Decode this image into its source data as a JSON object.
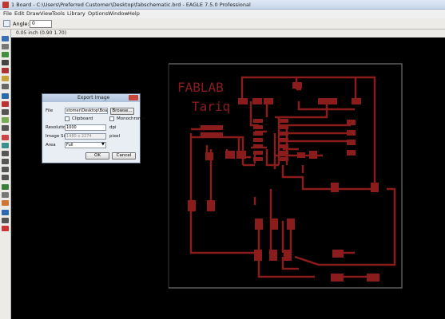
{
  "window": {
    "title": "1 Board - C:\\Users\\Preferred Customer\\Desktop\\fabschematic.brd - EAGLE 7.5.0 Professional"
  },
  "menu": [
    "File",
    "Edit",
    "Draw",
    "View",
    "Tools",
    "Library",
    "Options",
    "Window",
    "Help"
  ],
  "toolbar": {
    "angle_label": "Angle:",
    "angle_value": "0"
  },
  "status": {
    "coordinate": "0.05 inch (0.90 1.70)"
  },
  "board": {
    "title_line1": "FABLAB",
    "title_line2": "Tariq"
  },
  "dialog": {
    "title": "Export Image",
    "file_label": "File",
    "file_value": "stomer\\Desktop\\Board.png",
    "browse_label": "Browse...",
    "clipboard_label": "Clipboard",
    "monochrome_label": "Monochrome",
    "resolution_label": "Resolution",
    "resolution_value": "1000",
    "resolution_unit": "dpi",
    "image_size_label": "Image Size",
    "image_size_value": "1480 x 2274",
    "image_size_unit": "pixel",
    "area_label": "Area",
    "area_value": "Full",
    "ok_label": "OK",
    "cancel_label": "Cancel"
  },
  "colors": {
    "trace": "#8b1c1c",
    "board_outline": "#9a9a9a",
    "background": "#000000"
  }
}
